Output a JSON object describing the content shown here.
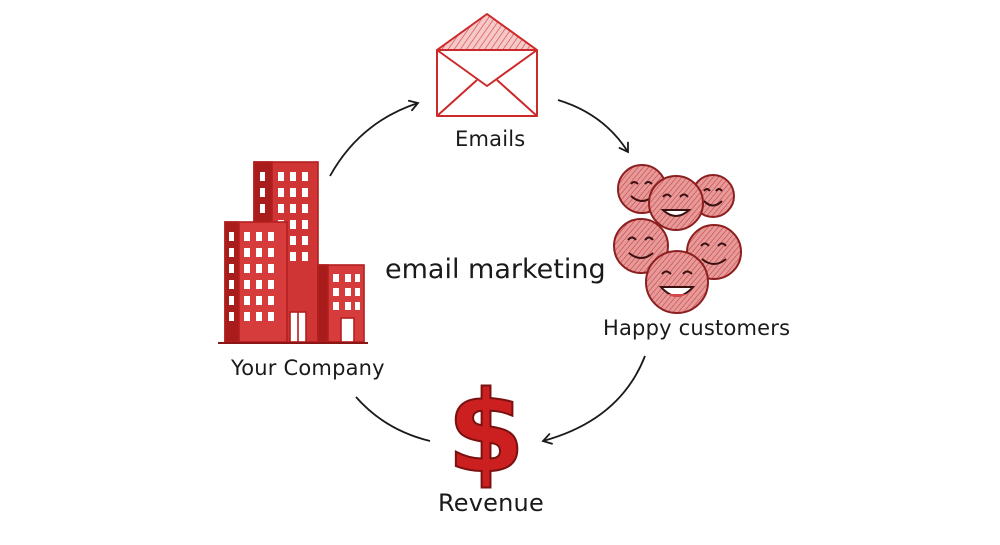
{
  "diagram": {
    "center_title": "email marketing",
    "nodes": [
      {
        "id": "emails",
        "label": "Emails",
        "icon": "envelope-icon"
      },
      {
        "id": "customers",
        "label": "Happy customers",
        "icon": "smiley-faces-icon"
      },
      {
        "id": "revenue",
        "label": "Revenue",
        "icon": "dollar-sign-icon"
      },
      {
        "id": "company",
        "label": "Your Company",
        "icon": "office-buildings-icon"
      }
    ],
    "flow": [
      "company",
      "emails",
      "customers",
      "revenue",
      "company"
    ]
  },
  "colors": {
    "accent": "#cc2a2a",
    "accent_light": "#e98f8f",
    "ink": "#1a1a1a"
  }
}
